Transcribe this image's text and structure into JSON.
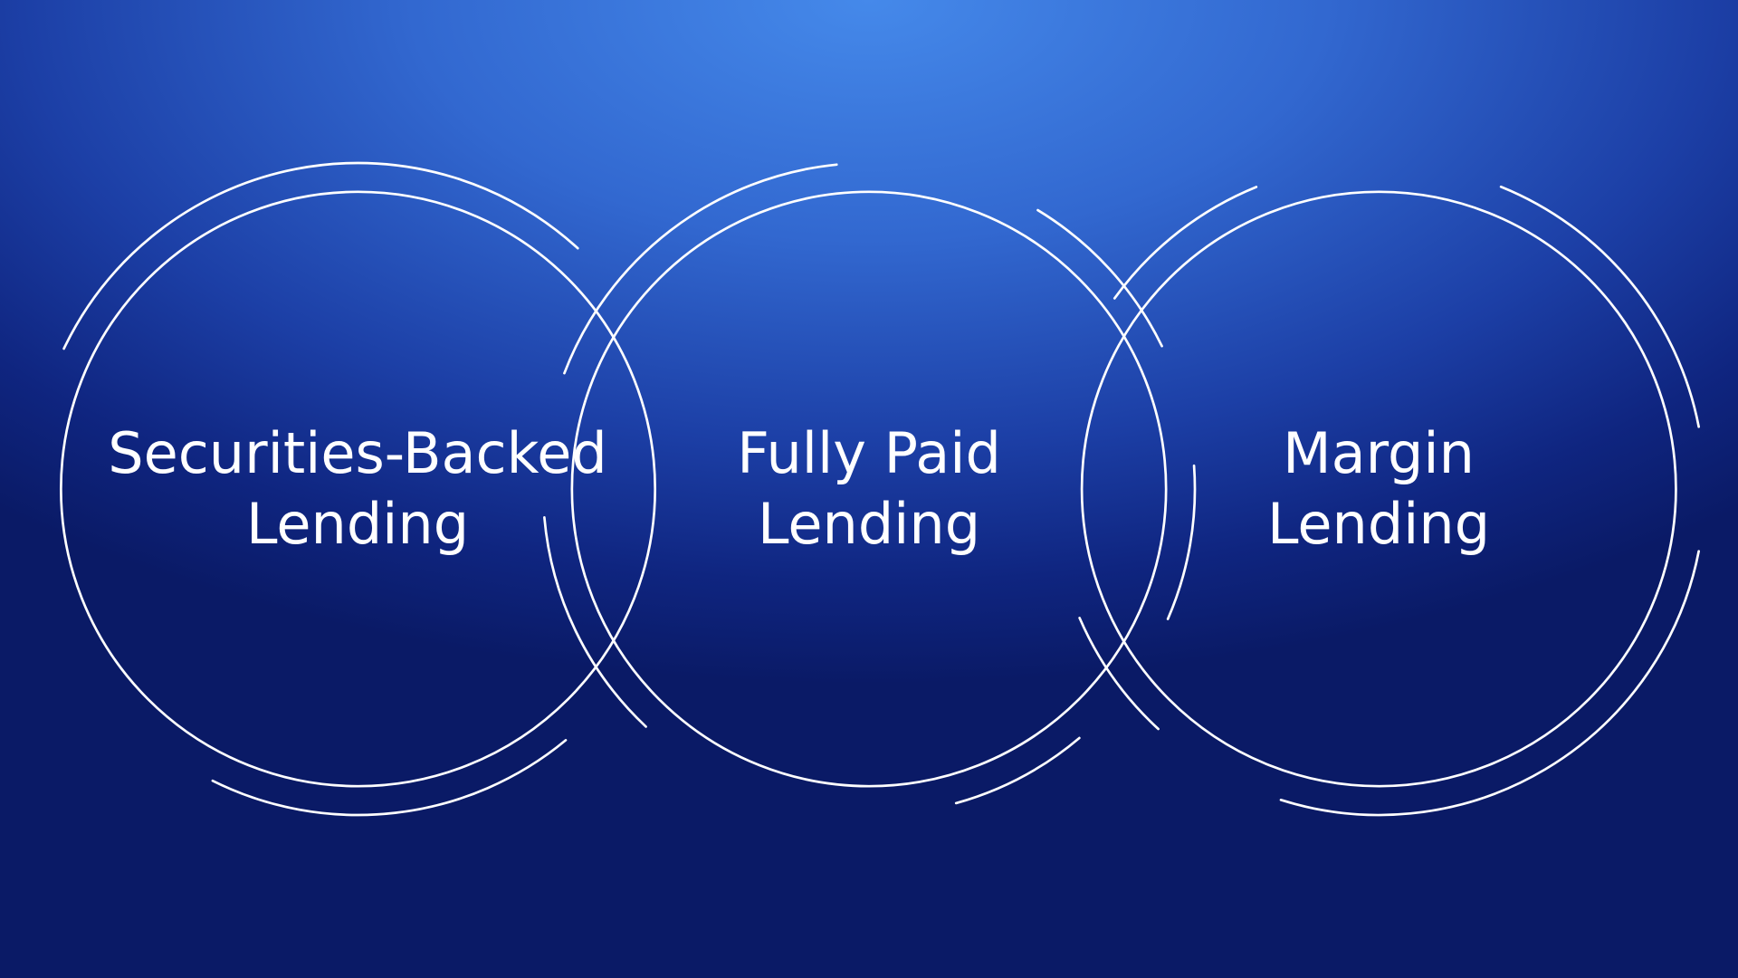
{
  "diagram": {
    "items": [
      {
        "line1": "Securities-Backed",
        "line2": "Lending"
      },
      {
        "line1": "Fully Paid",
        "line2": "Lending"
      },
      {
        "line1": "Margin",
        "line2": "Lending"
      }
    ]
  },
  "colors": {
    "stroke": "#ffffff",
    "text": "#ffffff"
  }
}
